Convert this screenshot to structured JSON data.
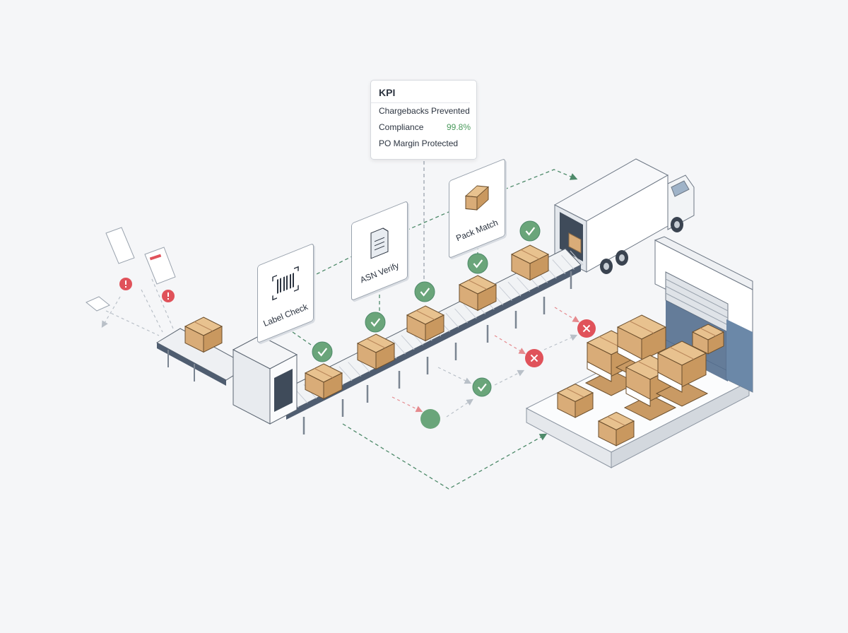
{
  "kpi_card": {
    "title": "KPI",
    "rows": [
      {
        "label": "Chargebacks Prevented",
        "value": ""
      },
      {
        "label": "Compliance",
        "value": "99.8%"
      },
      {
        "label": "PO Margin Protected",
        "value": ""
      }
    ]
  },
  "stations": [
    {
      "label": "Label Check",
      "icon": "barcode-icon"
    },
    {
      "label": "ASN Verify",
      "icon": "document-icon"
    },
    {
      "label": "Pack Match",
      "icon": "box-icon"
    }
  ],
  "colors": {
    "pass": "#6aa57a",
    "fail": "#e0525a",
    "path_dash": "#4e8a6a",
    "box": "#d9ac78",
    "belt": "#c9ced6"
  }
}
